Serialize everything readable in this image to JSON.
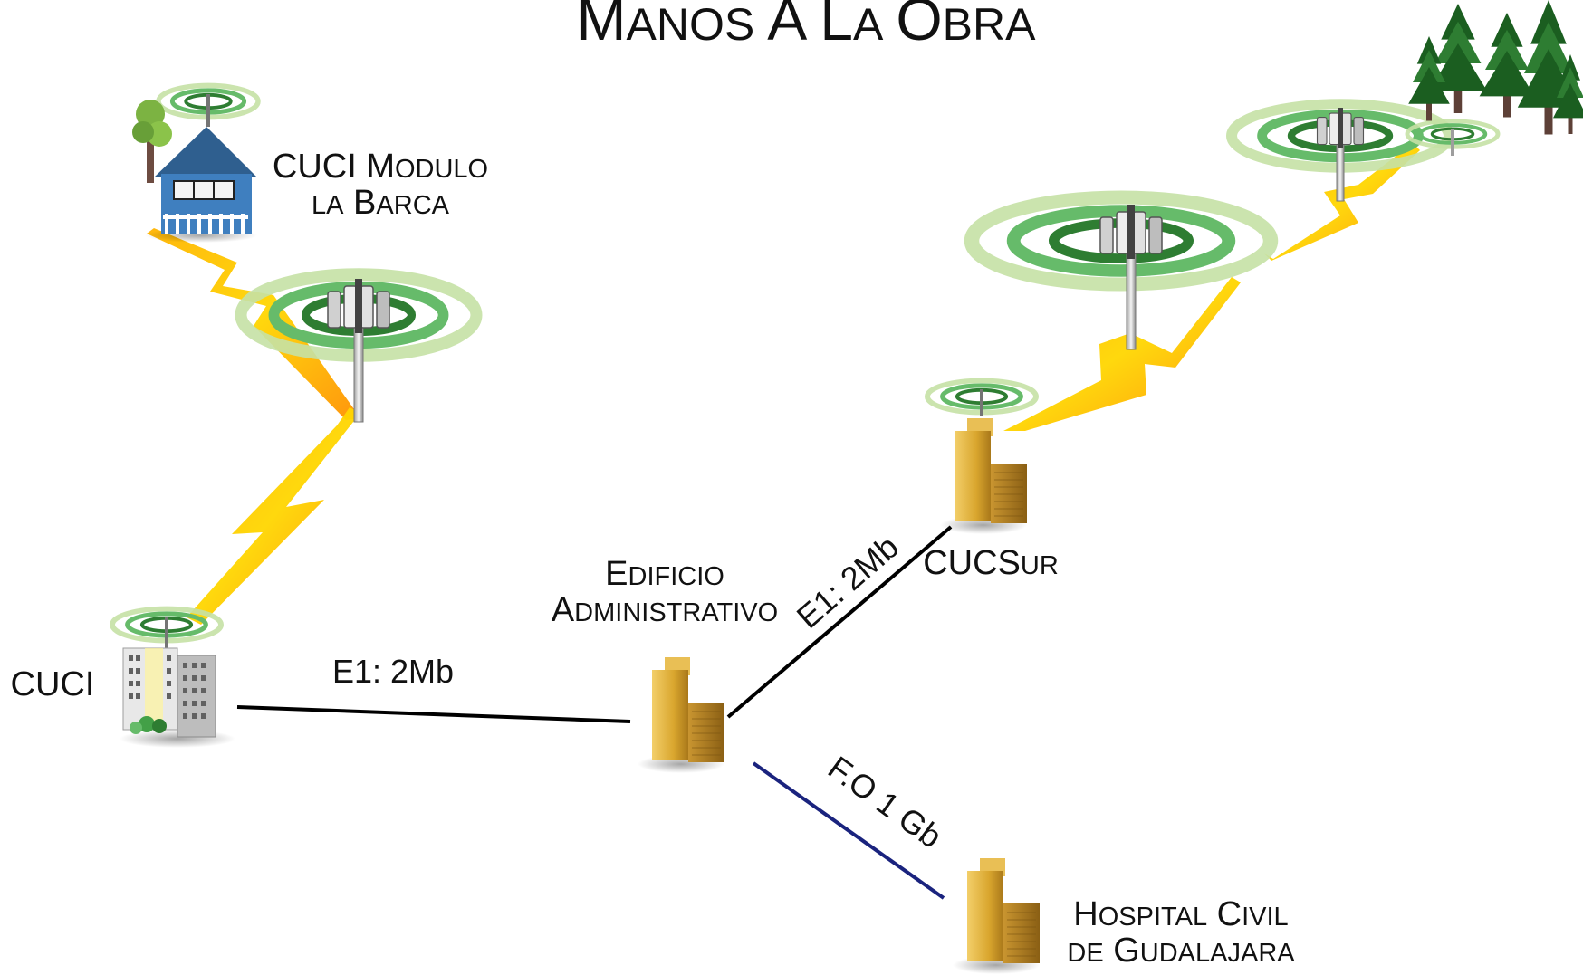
{
  "title": {
    "cap1": "M",
    "rest1": "ANOS",
    "cap2": "A",
    "cap3": "L",
    "rest3": "A",
    "cap4": "O",
    "rest4": "BRA"
  },
  "nodes": {
    "la_barca": {
      "l1_cap": "CUCI M",
      "l1_rest": "ODULO",
      "l2_rest1": "LA",
      "l2_cap": " B",
      "l2_rest2": "ARCA"
    },
    "cuci": {
      "label": "CUCI"
    },
    "edificio": {
      "l1_cap": "E",
      "l1_rest": "DIFICIO",
      "l2_cap": "A",
      "l2_rest": "DMINISTRATIVO"
    },
    "cucsur": {
      "cap": "CUCS",
      "rest": "UR"
    },
    "hospital": {
      "l1_cap1": "H",
      "l1_rest1": "OSPITAL",
      "l1_cap2": " C",
      "l1_rest2": "IVIL",
      "l2_rest1": "DE",
      "l2_cap": " G",
      "l2_rest2": "UDALAJARA"
    }
  },
  "links": {
    "cuci_edificio": "E1: 2Mb",
    "edificio_cucsur": "E1: 2Mb",
    "edificio_hospital": "F.O 1 Gb"
  },
  "colors": {
    "e1_line": "#000000",
    "fiber_line": "#1a237e",
    "wireless_bolt_orange": "#ff9800",
    "wireless_bolt_yellow": "#ffd600",
    "antenna_ring": "#43a047",
    "building_gold": "#d9a62e",
    "tree_green": "#1b5e20",
    "house_blue": "#3f7fbf"
  }
}
